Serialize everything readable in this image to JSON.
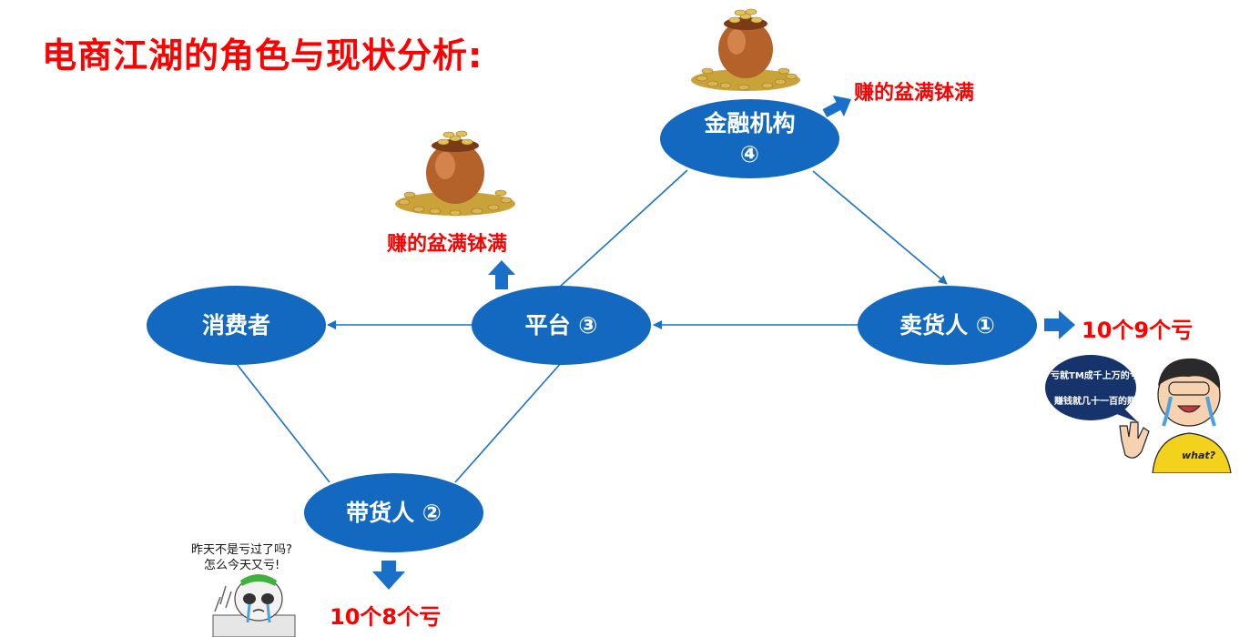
{
  "title": "电商江湖的角色与现状分析:",
  "nodes": {
    "consumer": {
      "label": "消费者"
    },
    "platform": {
      "label": "平台 ③"
    },
    "seller": {
      "label": "卖货人 ①"
    },
    "finance": {
      "line1": "金融机构",
      "line2": "④"
    },
    "promoter": {
      "label": "带货人 ②"
    }
  },
  "annotations": {
    "finance_result": "赚的盆满钵满",
    "platform_result": "赚的盆满钵满",
    "seller_result": "10个9个亏",
    "promoter_result": "10个8个亏"
  },
  "memes": {
    "seller_bubble": [
      "亏就TM成千上万的亏",
      "赚钱就几十一百的赚"
    ],
    "seller_shirt": "what?",
    "promoter_caption": [
      "昨天不是亏过了吗?",
      "怎么今天又亏!"
    ]
  },
  "colors": {
    "node": "#1368c0",
    "arrow": "#1a6fc8",
    "line": "#1a6fc8",
    "accent": "#ff0000"
  }
}
